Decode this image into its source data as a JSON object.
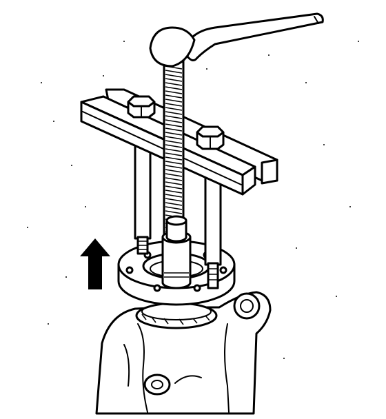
{
  "figure": {
    "colors": {
      "line": "#000000",
      "paper": "#ffffff"
    },
    "parts": [
      "wrench",
      "puller-crossbar",
      "forcing-screw",
      "puller-legs",
      "bearing-flange",
      "housing",
      "lift-arrow"
    ]
  }
}
